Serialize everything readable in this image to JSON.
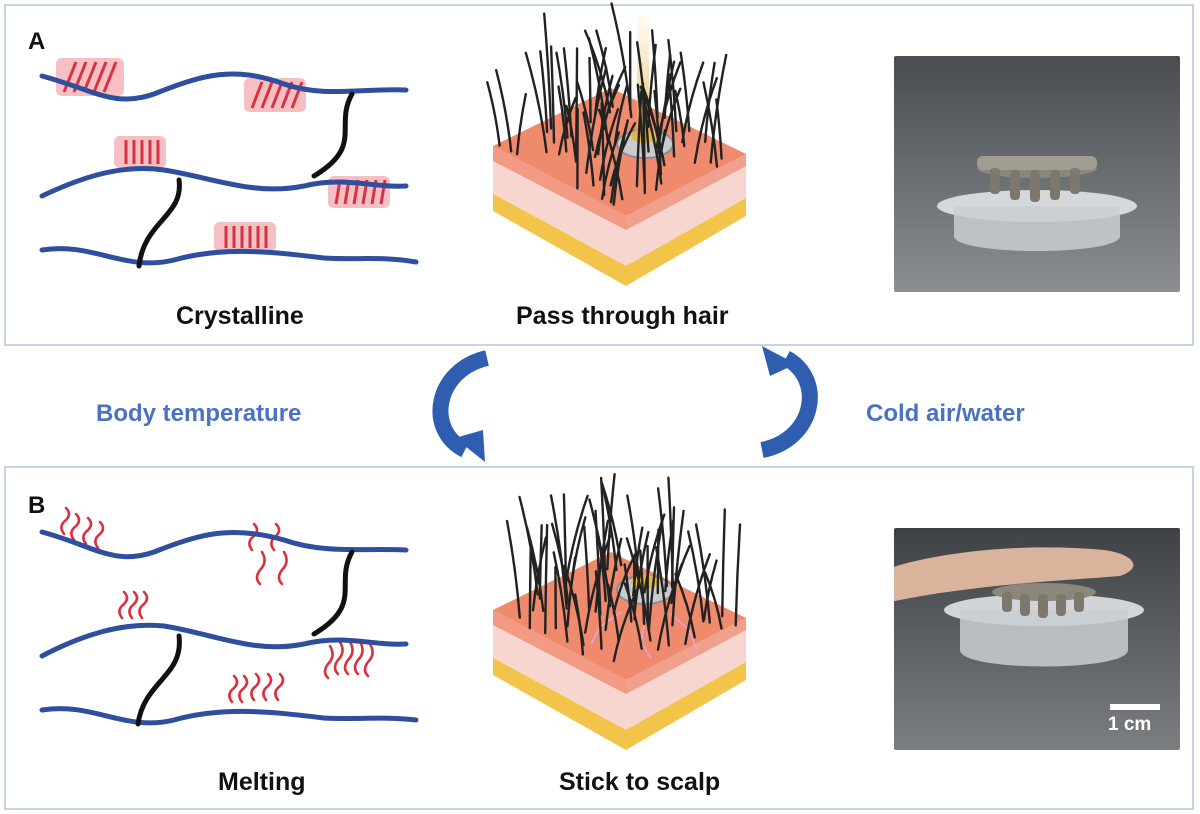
{
  "panel_a": {
    "label": "A",
    "chains_caption": "Crystalline",
    "skin_caption": "Pass through hair"
  },
  "panel_b": {
    "label": "B",
    "chains_caption": "Melting",
    "skin_caption": "Stick to scalp",
    "scale_bar_label": "1 cm"
  },
  "transition": {
    "left_condition": "Body temperature",
    "right_condition": "Cold air/water"
  },
  "colors": {
    "chain": "#2f4f9e",
    "crosslink": "#111111",
    "crystal_line": "#d9323f",
    "crystal_box": "#f4b4b9",
    "arrow": "#2f5db0",
    "condition_text": "#4a72c4",
    "panel_border": "#c7d3e6"
  }
}
